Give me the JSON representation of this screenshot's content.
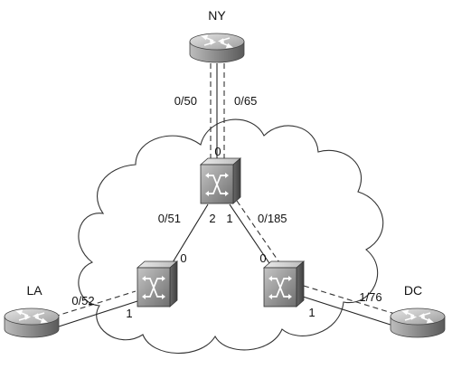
{
  "colors": {
    "cloud_stroke": "#333333",
    "link_solid": "#222222",
    "link_dashed": "#333333",
    "router_body": "#9a9a9a",
    "switch_body": "#8c8c8c"
  },
  "routers": {
    "ny": {
      "name": "NY",
      "icon": "router-icon"
    },
    "la": {
      "name": "LA",
      "icon": "router-icon"
    },
    "dc": {
      "name": "DC",
      "icon": "router-icon"
    }
  },
  "switches": {
    "center": {
      "icon": "atm-switch-icon"
    },
    "left": {
      "icon": "atm-switch-icon"
    },
    "right": {
      "icon": "atm-switch-icon"
    }
  },
  "labels": {
    "ny_vc_left": "0/50",
    "ny_vc_right": "0/65",
    "center_port_top": "0",
    "center_vc_left": "0/51",
    "center_port_left": "2",
    "center_port_right": "1",
    "center_vc_right": "0/185",
    "left_port_top": "0",
    "left_port_bottom": "1",
    "la_vc": "0/52",
    "right_port_top": "0",
    "right_port_bottom": "1",
    "dc_vc": "1/76"
  }
}
